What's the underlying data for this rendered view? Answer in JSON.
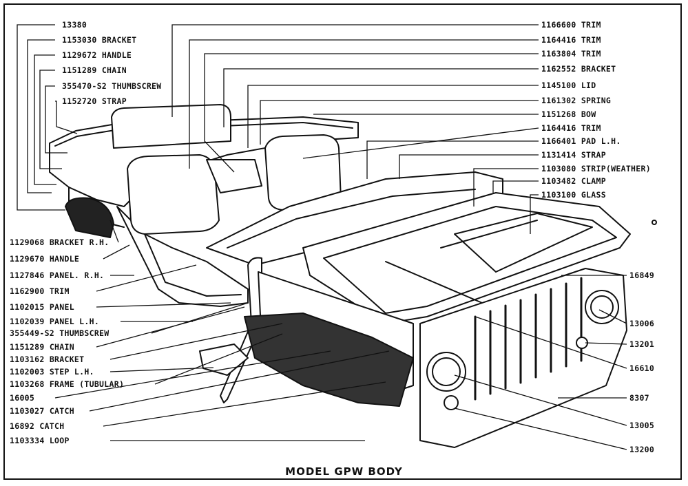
{
  "caption": "MODEL GPW BODY",
  "labels_left": [
    {
      "number": "13380",
      "name": ""
    },
    {
      "number": "1153030",
      "name": "BRACKET"
    },
    {
      "number": "1129672",
      "name": "HANDLE"
    },
    {
      "number": "1151289",
      "name": "CHAIN"
    },
    {
      "number": "355470-S2",
      "name": "THUMBSCREW"
    },
    {
      "number": "1152720",
      "name": "STRAP"
    },
    {
      "number": "1129068",
      "name": "BRACKET R.H."
    },
    {
      "number": "1129670",
      "name": "HANDLE"
    },
    {
      "number": "1127846",
      "name": "PANEL. R.H."
    },
    {
      "number": "1162900",
      "name": "TRIM"
    },
    {
      "number": "1102015",
      "name": "PANEL"
    },
    {
      "number": "1102039",
      "name": "PANEL L.H."
    },
    {
      "number": "355449-S2",
      "name": "THUMBSCREW"
    },
    {
      "number": "1151289",
      "name": "CHAIN"
    },
    {
      "number": "1103162",
      "name": "BRACKET"
    },
    {
      "number": "1102003",
      "name": "STEP L.H."
    },
    {
      "number": "1103268",
      "name": "FRAME (TUBULAR)"
    },
    {
      "number": "16005",
      "name": ""
    },
    {
      "number": "1103027",
      "name": "CATCH"
    },
    {
      "number": "16892",
      "name": "CATCH"
    },
    {
      "number": "1103334",
      "name": "LOOP"
    }
  ],
  "labels_right_top": [
    {
      "number": "1166600",
      "name": "TRIM"
    },
    {
      "number": "1164416",
      "name": "TRIM"
    },
    {
      "number": "1163804",
      "name": "TRIM"
    },
    {
      "number": "1162552",
      "name": "BRACKET"
    },
    {
      "number": "1145100",
      "name": "LID"
    },
    {
      "number": "1161302",
      "name": "SPRING"
    },
    {
      "number": "1151268",
      "name": "BOW"
    },
    {
      "number": "1164416",
      "name": "TRIM"
    },
    {
      "number": "1166401",
      "name": "PAD L.H."
    },
    {
      "number": "1131414",
      "name": "STRAP"
    },
    {
      "number": "1103080",
      "name": "STRIP(WEATHER)"
    },
    {
      "number": "1103482",
      "name": "CLAMP"
    },
    {
      "number": "1103100",
      "name": "GLASS"
    }
  ],
  "labels_right_bottom": [
    {
      "number": "16849"
    },
    {
      "number": "13006"
    },
    {
      "number": "13201"
    },
    {
      "number": "16610"
    },
    {
      "number": "8307"
    },
    {
      "number": "13005"
    },
    {
      "number": "13200"
    }
  ]
}
